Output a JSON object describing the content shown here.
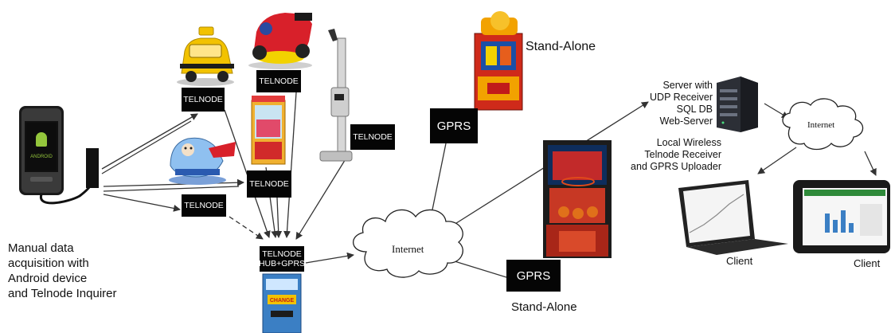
{
  "labels": {
    "telnode": "TELNODE",
    "hub_line1": "TELNODE",
    "hub_line2": "HUB+GPRS",
    "gprs": "GPRS",
    "internet": "Internet",
    "stand_alone": "Stand-Alone",
    "client": "Client",
    "android_logo": "ANDROID",
    "change_sign": "CHANGE"
  },
  "captions": {
    "manual": [
      "Manual data",
      "acquisition with",
      "Android device",
      "and Telnode Inquirer"
    ],
    "server": [
      "Server with",
      "UDP Receiver",
      "SQL DB",
      "Web-Server"
    ],
    "local": [
      "Local Wireless",
      "Telnode Receiver",
      "and GPRS Uploader"
    ]
  },
  "colors": {
    "node_bg": "#050505",
    "node_text": "#ffffff",
    "arrow": "#333333",
    "taxi": "#f2c200",
    "race_car": "#d8202a",
    "plane": "#6aa8e6",
    "claw": "#f0b030",
    "cabinet_dark": "#1c1c1c",
    "server": "#2c2f36"
  },
  "icons": [
    "android-phone-icon",
    "taxi-ride-icon",
    "race-car-ride-icon",
    "claw-machine-icon",
    "airplane-ride-icon",
    "height-scale-icon",
    "change-machine-icon",
    "arcade-cabinet-icon",
    "basketball-arcade-icon",
    "server-rack-icon",
    "laptop-icon",
    "tablet-icon",
    "cloud-icon"
  ]
}
